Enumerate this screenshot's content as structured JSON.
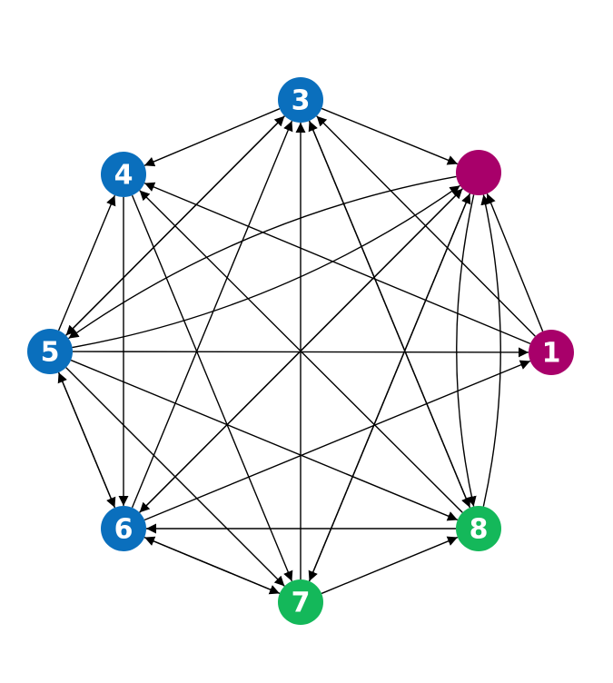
{
  "colors": {
    "magenta": "#a8006a",
    "blue": "#0a6fbd",
    "green": "#14b85a",
    "edge": "#000000"
  },
  "nodes": [
    {
      "id": "n1",
      "label": "1",
      "color": "magenta"
    },
    {
      "id": "n2",
      "label": "",
      "color": "magenta"
    },
    {
      "id": "n3",
      "label": "3",
      "color": "blue"
    },
    {
      "id": "n4",
      "label": "4",
      "color": "blue"
    },
    {
      "id": "n5",
      "label": "5",
      "color": "blue"
    },
    {
      "id": "n6",
      "label": "6",
      "color": "blue"
    },
    {
      "id": "n7",
      "label": "7",
      "color": "green"
    },
    {
      "id": "n8",
      "label": "8",
      "color": "green"
    }
  ],
  "edges": [
    {
      "from": "n3",
      "to": "n2"
    },
    {
      "from": "n3",
      "to": "n4"
    },
    {
      "from": "n3",
      "to": "n5"
    },
    {
      "from": "n3",
      "to": "n8"
    },
    {
      "from": "n4",
      "to": "n6"
    },
    {
      "from": "n4",
      "to": "n7"
    },
    {
      "from": "n5",
      "to": "n4"
    },
    {
      "from": "n5",
      "to": "n3"
    },
    {
      "from": "n5",
      "to": "n2",
      "curve": true
    },
    {
      "from": "n5",
      "to": "n1"
    },
    {
      "from": "n5",
      "to": "n6"
    },
    {
      "from": "n5",
      "to": "n7"
    },
    {
      "from": "n5",
      "to": "n8"
    },
    {
      "from": "n2",
      "to": "n5",
      "curve": true
    },
    {
      "from": "n2",
      "to": "n6"
    },
    {
      "from": "n2",
      "to": "n7"
    },
    {
      "from": "n2",
      "to": "n8",
      "curve": true
    },
    {
      "from": "n1",
      "to": "n2"
    },
    {
      "from": "n1",
      "to": "n3"
    },
    {
      "from": "n1",
      "to": "n4"
    },
    {
      "from": "n6",
      "to": "n5"
    },
    {
      "from": "n6",
      "to": "n3"
    },
    {
      "from": "n6",
      "to": "n2"
    },
    {
      "from": "n6",
      "to": "n1"
    },
    {
      "from": "n6",
      "to": "n7"
    },
    {
      "from": "n7",
      "to": "n3"
    },
    {
      "from": "n7",
      "to": "n6"
    },
    {
      "from": "n7",
      "to": "n8"
    },
    {
      "from": "n7",
      "to": "n2"
    },
    {
      "from": "n8",
      "to": "n3"
    },
    {
      "from": "n8",
      "to": "n4"
    },
    {
      "from": "n8",
      "to": "n6"
    },
    {
      "from": "n8",
      "to": "n2",
      "curve": true
    }
  ]
}
